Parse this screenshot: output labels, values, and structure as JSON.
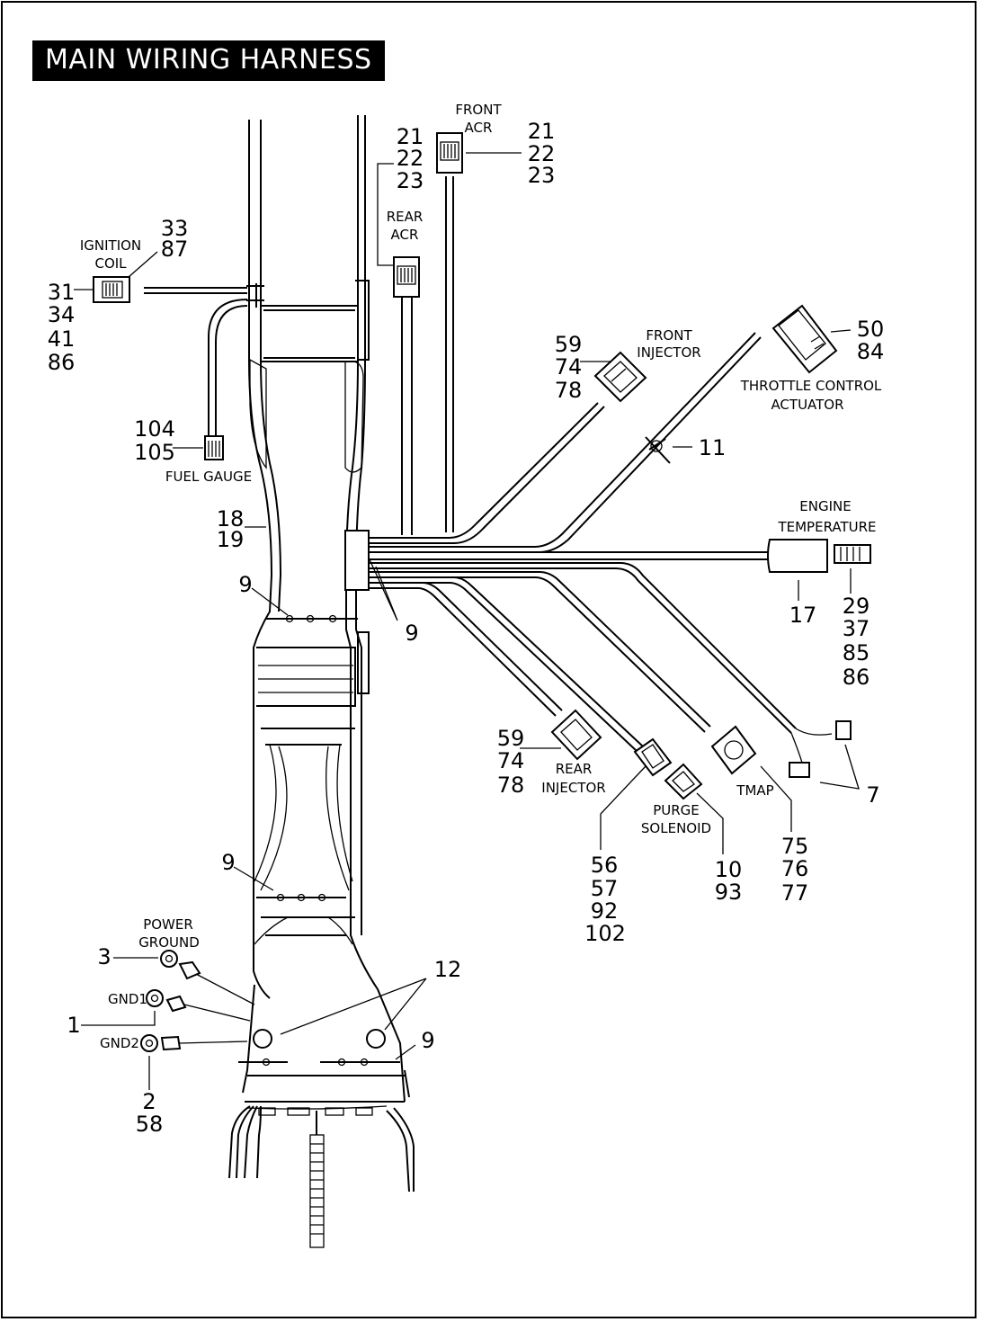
{
  "title": "MAIN WIRING HARNESS",
  "labels": {
    "front_acr": [
      "FRONT",
      "ACR"
    ],
    "rear_acr": [
      "REAR",
      "ACR"
    ],
    "ignition_coil": [
      "IGNITION",
      "COIL"
    ],
    "fuel_gauge": "FUEL GAUGE",
    "front_injector": [
      "FRONT",
      "INJECTOR"
    ],
    "throttle_control_actuator": [
      "THROTTLE CONTROL",
      "ACTUATOR"
    ],
    "engine_temperature": [
      "ENGINE",
      "TEMPERATURE"
    ],
    "rear_injector": [
      "REAR",
      "INJECTOR"
    ],
    "purge_solenoid": [
      "PURGE",
      "SOLENOID"
    ],
    "tmap": "TMAP",
    "power_ground": [
      "POWER",
      "GROUND"
    ],
    "gnd1": "GND1",
    "gnd2": "GND2"
  },
  "callouts": {
    "rear_acr": [
      "21",
      "22",
      "23"
    ],
    "front_acr": [
      "21",
      "22",
      "23"
    ],
    "ignition_coil_top": [
      "33",
      "87"
    ],
    "ignition_coil_left": [
      "31",
      "34",
      "41",
      "86"
    ],
    "fuel_gauge": [
      "104",
      "105"
    ],
    "front_injector": [
      "59",
      "74",
      "78"
    ],
    "throttle_control_actuator": [
      "50",
      "84"
    ],
    "clip": [
      "11"
    ],
    "frame_wire": [
      "18",
      "19"
    ],
    "tie_upper_left": [
      "9"
    ],
    "tie_upper_right": [
      "9"
    ],
    "engine_temperature_sensor": [
      "17"
    ],
    "engine_temperature_connector": [
      "29",
      "37",
      "85",
      "86"
    ],
    "rear_injector": [
      "59",
      "74",
      "78"
    ],
    "ends": [
      "7"
    ],
    "purge_connector": [
      "56",
      "57",
      "92",
      "102"
    ],
    "purge_solenoid": [
      "10",
      "93"
    ],
    "tmap": [
      "75",
      "76",
      "77"
    ],
    "tie_lower_left": [
      "9"
    ],
    "power_ground": [
      "3"
    ],
    "gnd1": [
      "1"
    ],
    "gnd2": [
      "2",
      "58"
    ],
    "grommets": [
      "12"
    ],
    "tie_lower_right": [
      "9"
    ]
  }
}
